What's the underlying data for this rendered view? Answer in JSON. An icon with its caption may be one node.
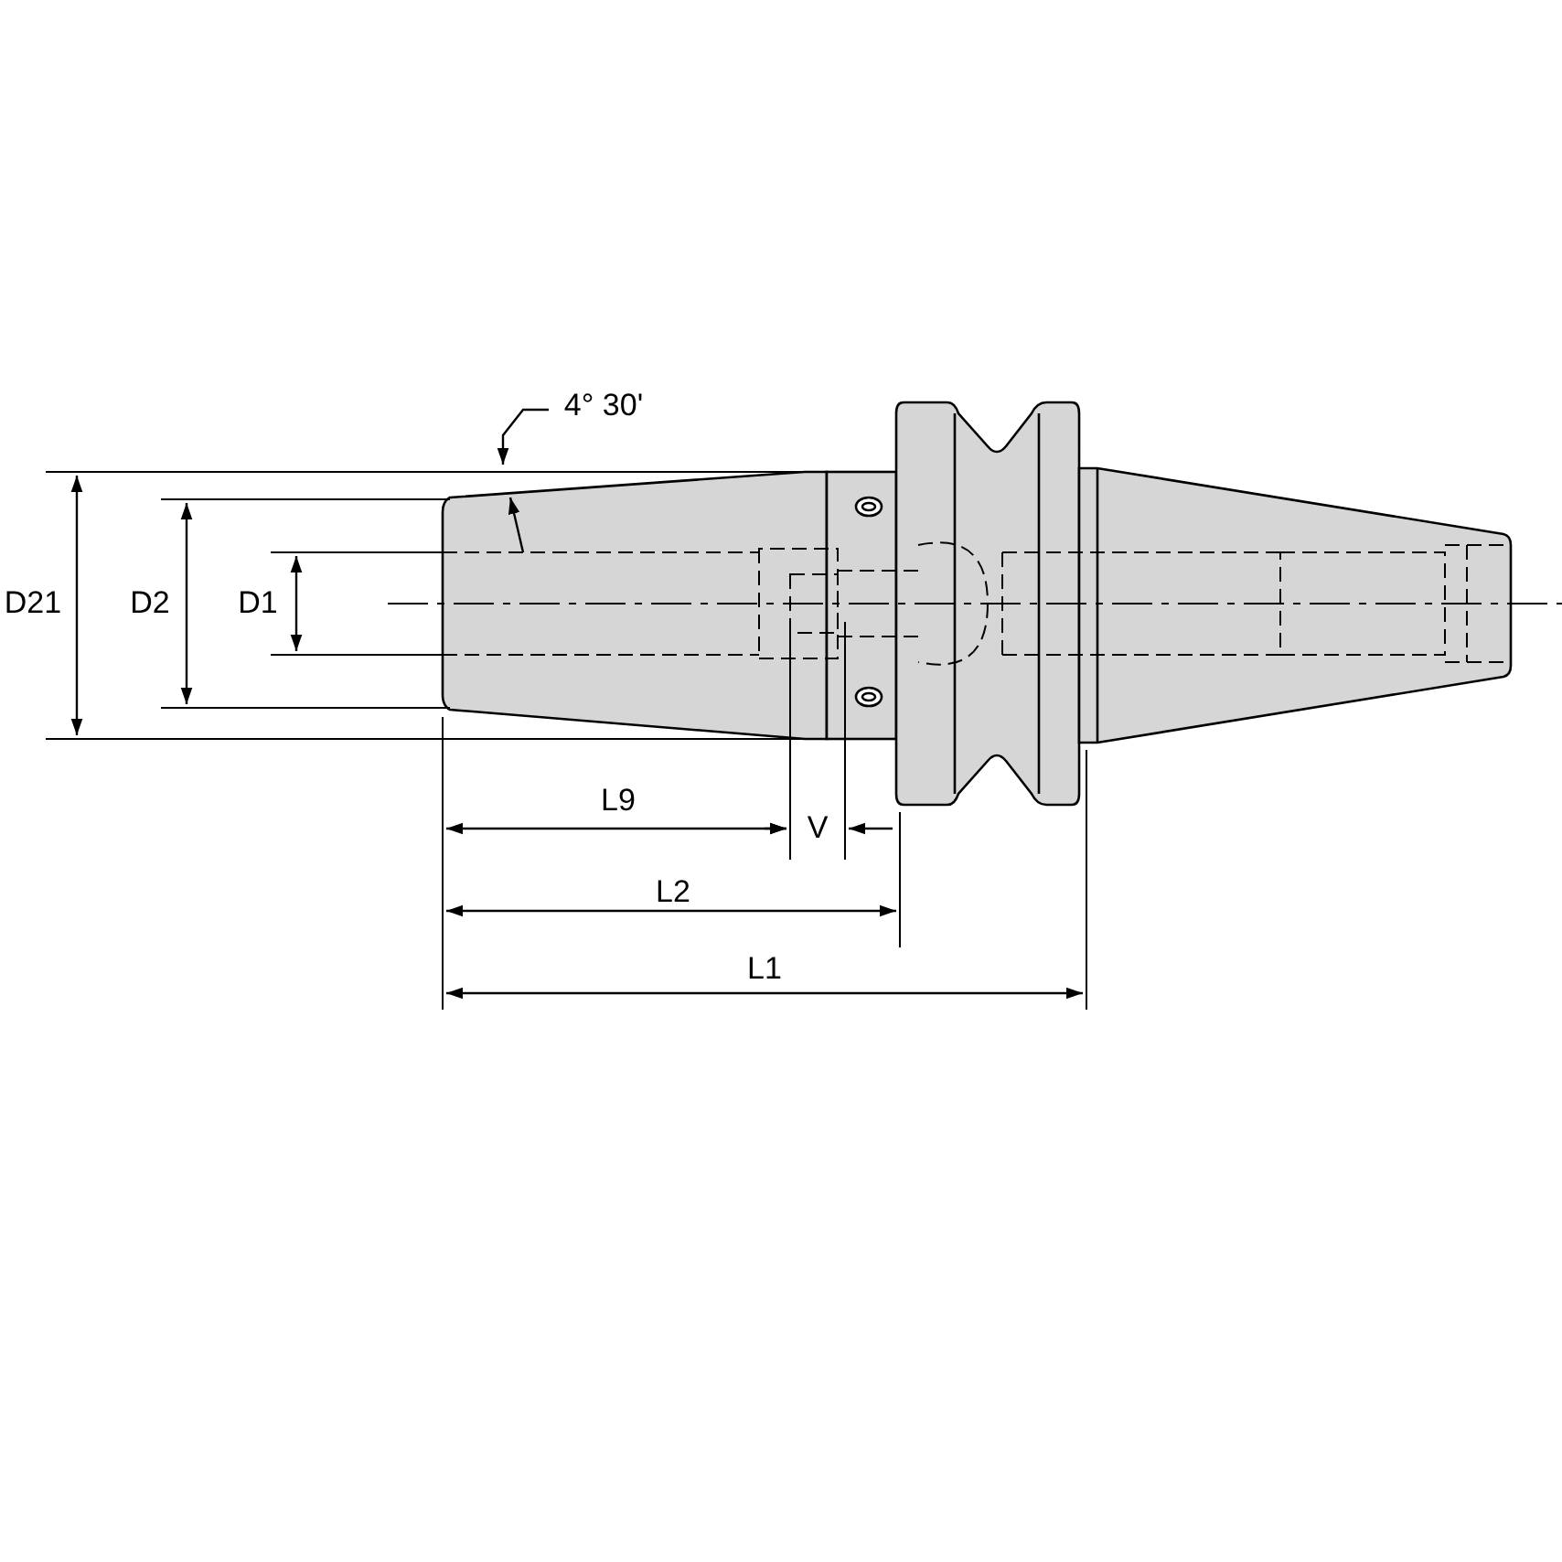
{
  "diagram": {
    "labels": [
      "4° 30'",
      "D21",
      "D2",
      "D1",
      "L9",
      "V",
      "L2",
      "L1"
    ]
  }
}
